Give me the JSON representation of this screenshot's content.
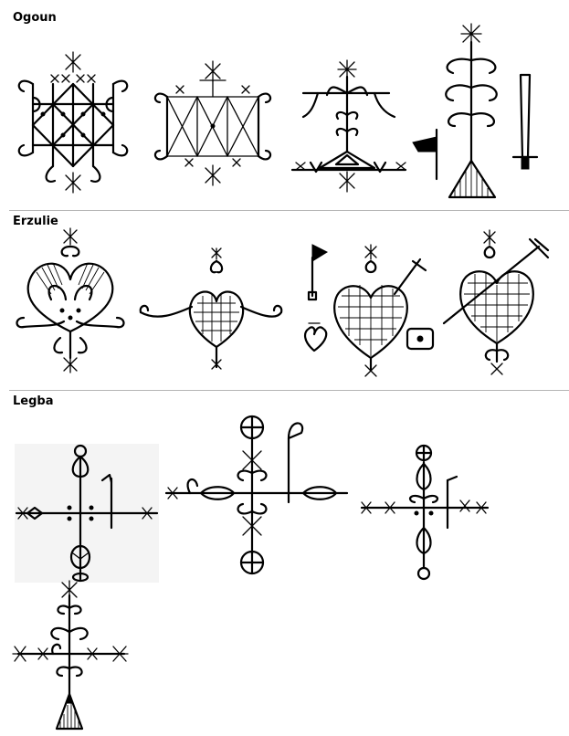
{
  "sections": [
    {
      "title": "Ogoun"
    },
    {
      "title": "Erzulie"
    },
    {
      "title": "Legba"
    }
  ],
  "veves": {
    "ogoun": [
      "ogoun-veve-grid",
      "ogoun-veve-lattice",
      "ogoun-veve-plant",
      "ogoun-veve-tree-sword"
    ],
    "erzulie": [
      "erzulie-veve-heart-arcs",
      "erzulie-veve-small-heart",
      "erzulie-veve-heart-dagger",
      "erzulie-veve-heart-sword"
    ],
    "legba": [
      "legba-veve-cross-cane",
      "legba-veve-cross-circles",
      "legba-veve-cross-leaves",
      "legba-veve-cross-hut"
    ]
  },
  "colors": {
    "ink": "#000000",
    "background": "#ffffff",
    "divider": "#b5b5b5"
  }
}
